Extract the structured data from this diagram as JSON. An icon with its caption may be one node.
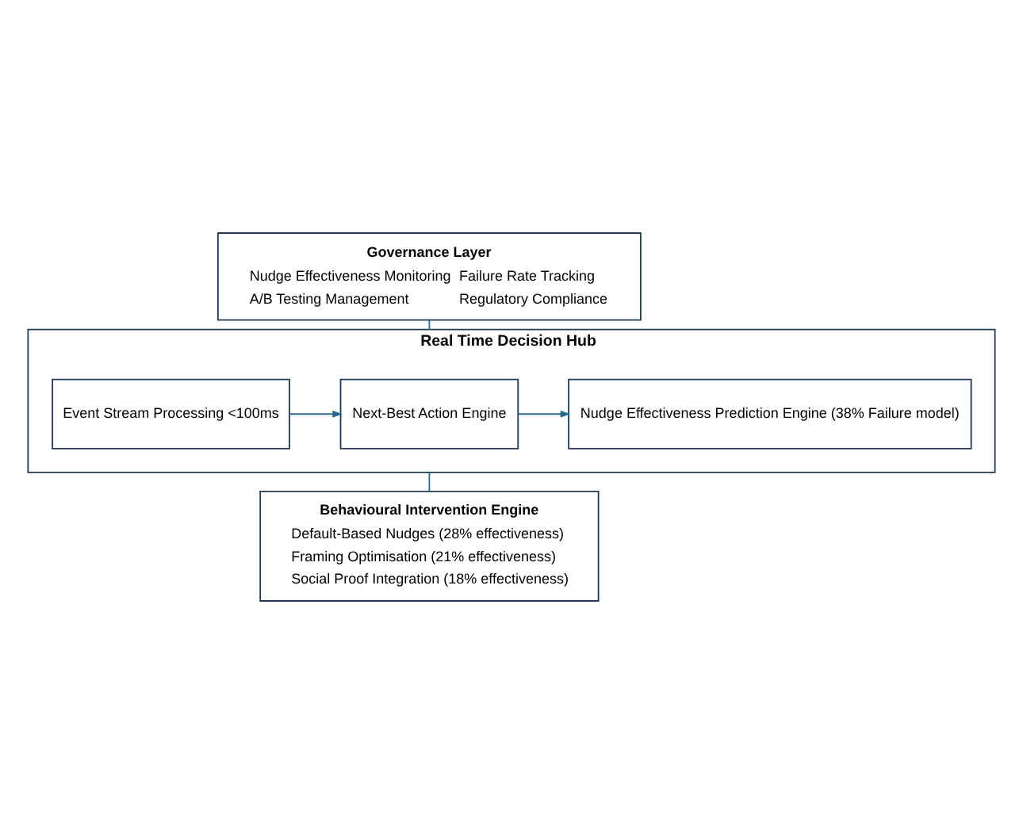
{
  "diagram": {
    "nodes": [
      {
        "text": [
          "Governance Layer",
          "Nudge Effectiveness Monitoring",
          "Failure Rate Tracking",
          "A/B Testing Management",
          "Regulatory Compliance"
        ]
      },
      {
        "text": [
          "Real Time Decision Hub"
        ]
      },
      {
        "text": [
          "Event Stream Processing <100ms"
        ],
        "in": 1
      },
      {
        "text": [
          "Next-Best Action Engine"
        ],
        "in": 1
      },
      {
        "text": [
          "Nudge Effectiveness Prediction Engine (38% Failure model)"
        ],
        "in": 1
      },
      {
        "text": [
          "Behavioural Intervention Engine",
          "Default-Based Nudges (28% effectiveness)",
          "Framing Optimisation (21% effectiveness)",
          "Social Proof Integration (18% effectiveness)"
        ]
      }
    ],
    "edges": [
      {
        "from": 0,
        "to": 1,
        "arrow": "none"
      },
      {
        "from": 2,
        "to": 3,
        "arrow": "to"
      },
      {
        "from": 3,
        "to": 4,
        "arrow": "to"
      },
      {
        "from": 1,
        "to": 5,
        "arrow": "none"
      }
    ]
  }
}
